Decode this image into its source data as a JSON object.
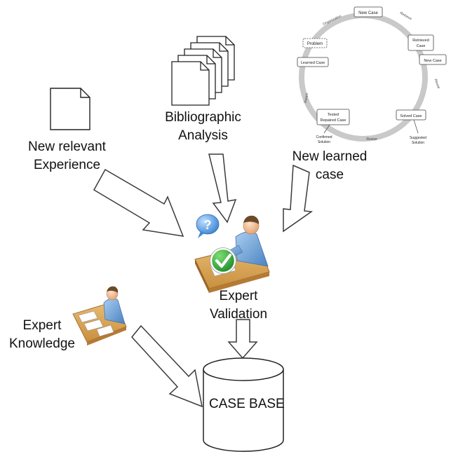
{
  "labels": {
    "new_relevant_experience": [
      "New relevant",
      "Experience"
    ],
    "bibliographic_analysis": [
      "Bibliographic",
      "Analysis"
    ],
    "new_learned_case": [
      "New learned",
      "case"
    ],
    "expert_validation": [
      "Expert",
      "Validation"
    ],
    "expert_knowledge": [
      "Expert",
      "Knowledge"
    ],
    "case_base": "CASE BASE"
  },
  "cbr_cycle": {
    "nodes": {
      "new_case_top": "New Case",
      "problem": "Problem",
      "retrieved_case": [
        "Retrieved",
        "Case"
      ],
      "new_case_right": "New Case",
      "learned_case": "Learned Case",
      "solved_case": "Solved Case",
      "tested_repaired_case": [
        "Tested",
        "Repaired Case"
      ],
      "confirmed_solution": [
        "Confirmed",
        "Solution"
      ],
      "suggested_solution": [
        "Suggested",
        "Solution"
      ]
    },
    "arc_labels": {
      "retrieve": "Retrieve",
      "reuse": "Reuse",
      "revise": "Revise",
      "retain": "Retain",
      "organization": "Organization"
    }
  },
  "icons": {
    "question": "?",
    "check": "✔"
  },
  "colors": {
    "arrow_fill": "#ffffff",
    "arrow_stroke": "#3a3a3a",
    "ring": "#c9c9c9",
    "check_green": "#2ea043",
    "bubble_blue": "#4a8fd8",
    "desk": "#d9a65c",
    "person_blue": "#6fa3d8"
  }
}
